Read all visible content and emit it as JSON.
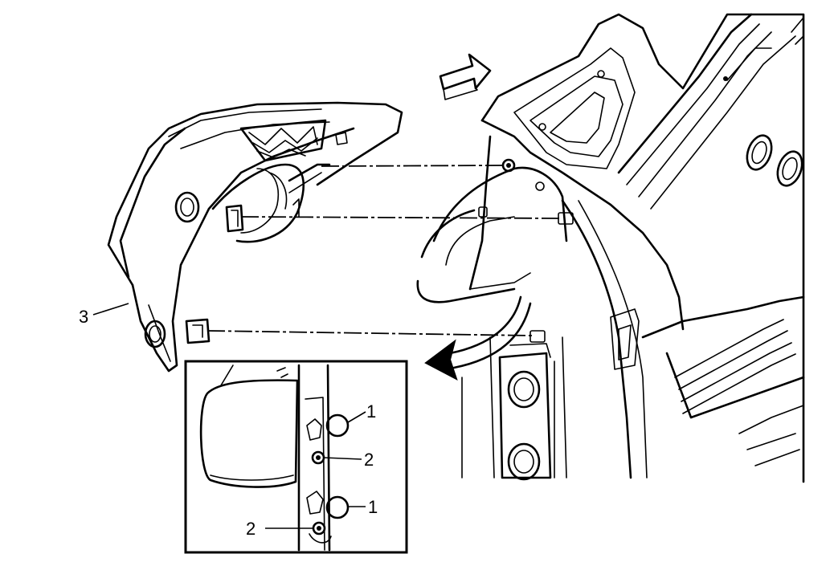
{
  "callouts": {
    "label_1a": "1",
    "label_2a": "2",
    "label_1b": "1",
    "label_2b": "2",
    "label_3": "3"
  }
}
